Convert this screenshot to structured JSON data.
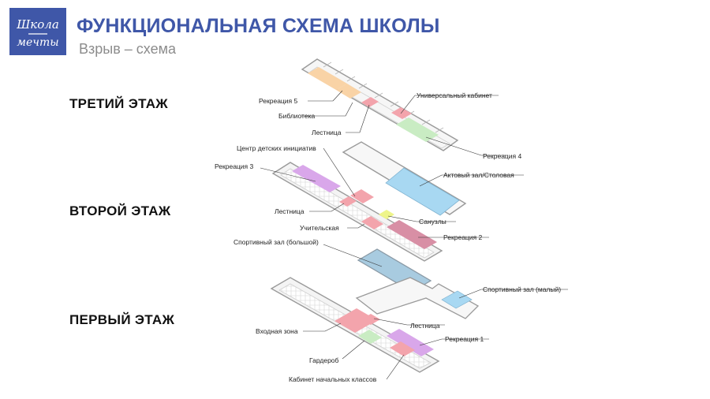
{
  "header": {
    "logo_line1": "Школа",
    "logo_line2": "мечты",
    "title": "ФУНКЦИОНАЛЬНАЯ СХЕМА ШКОЛЫ",
    "subtitle": "Взрыв – схема"
  },
  "floors": {
    "third": "ТРЕТИЙ ЭТАЖ",
    "second": "ВТОРОЙ ЭТАЖ",
    "first": "ПЕРВЫЙ ЭТАЖ"
  },
  "callouts": {
    "recreation_5": "Рекреация 5",
    "library": "Библиотека",
    "stairs_3": "Лестница",
    "universal_room": "Универсальный кабинет",
    "recreation_4": "Рекреация 4",
    "children_center": "Центр детских инициатив",
    "recreation_3": "Рекреация 3",
    "assembly_hall": "Актовый зал/Столовая",
    "stairs_2": "Лестница",
    "restrooms": "Санузлы",
    "teachers_room": "Учительская",
    "recreation_2": "Рекреация 2",
    "big_gym": "Спортивный зал (большой)",
    "small_gym": "Спортивный зал (малый)",
    "stairs_1": "Лестница",
    "entrance_zone": "Входная зона",
    "recreation_1": "Рекреация 1",
    "wardrobe": "Гардероб",
    "primary_classes": "Кабинет начальных классов"
  },
  "colors": {
    "brand_blue": "#3f57a8",
    "orange_zone": "#f9d3a6",
    "pink_zone": "#f3a4ac",
    "green_zone": "#c9ecc3",
    "purple_zone": "#d9a7ea",
    "light_blue_zone": "#a8d8f2",
    "yellow_zone": "#eef58a",
    "gym_blue": "#a8cbe0",
    "mauve_zone": "#d88fa5"
  }
}
